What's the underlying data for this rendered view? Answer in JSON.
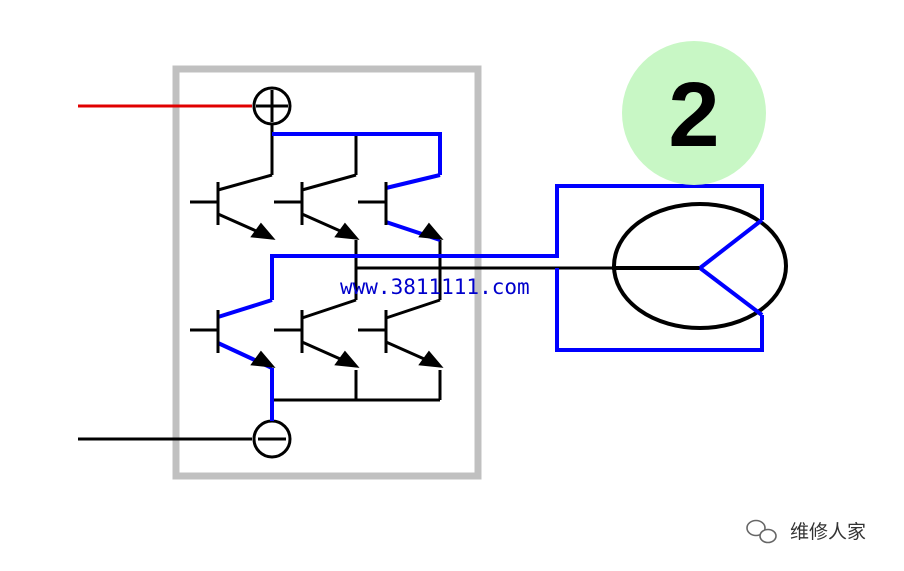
{
  "badge": {
    "step_number": "2",
    "fill_color": "#c8f7c5"
  },
  "watermark": {
    "url_text": "www.3811111.com",
    "color": "#0000cc"
  },
  "brand": {
    "name": "维修人家",
    "icon": "wechat-icon"
  },
  "colors": {
    "current_path": "#0000ff",
    "positive_rail": "#e00000",
    "wire": "#000000",
    "module_frame": "#c0c0c0"
  },
  "terminals": {
    "positive_symbol": "⊕",
    "negative_symbol": "⊖"
  },
  "icons": {
    "transistor": "igbt-transistor-icon",
    "motor": "three-phase-motor-icon"
  }
}
